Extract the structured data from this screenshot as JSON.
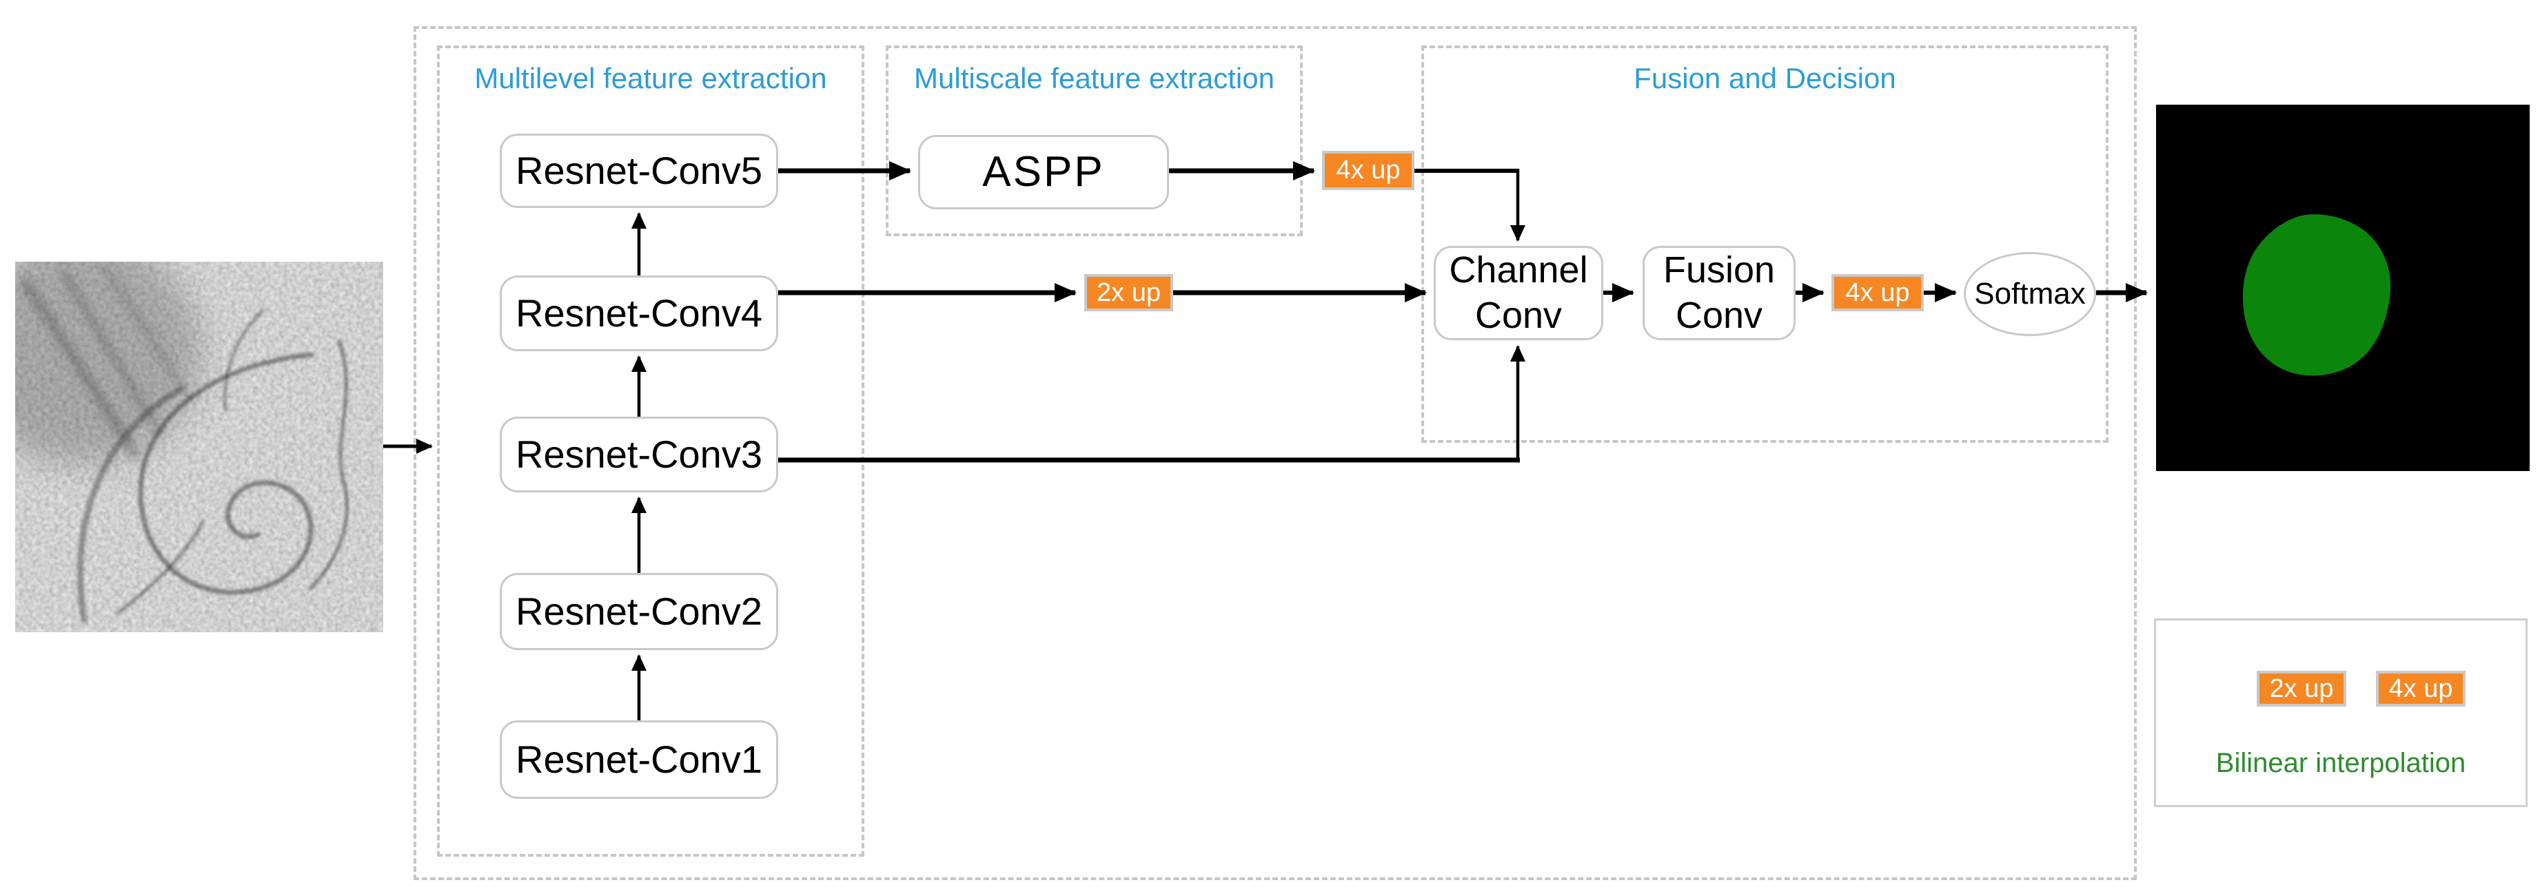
{
  "sections": {
    "multilevel": {
      "label": "Multilevel feature extraction"
    },
    "multiscale": {
      "label": "Multiscale feature extraction"
    },
    "fusion": {
      "label": "Fusion and Decision"
    }
  },
  "nodes": {
    "resnet_conv5": {
      "label": "Resnet-Conv5"
    },
    "resnet_conv4": {
      "label": "Resnet-Conv4"
    },
    "resnet_conv3": {
      "label": "Resnet-Conv3"
    },
    "resnet_conv2": {
      "label": "Resnet-Conv2"
    },
    "resnet_conv1": {
      "label": "Resnet-Conv1"
    },
    "aspp": {
      "label": "ASPP"
    },
    "channel_conv": {
      "lines": [
        "Channel",
        "Conv"
      ]
    },
    "fusion_conv": {
      "lines": [
        "Fusion",
        "Conv"
      ]
    },
    "softmax": {
      "label": "Softmax"
    }
  },
  "badges": {
    "up4_top": "4x up",
    "up2_mid": "2x up",
    "up4_mid": "4x up"
  },
  "legend": {
    "up2": "2x up",
    "up4": "4x up",
    "caption": "Bilinear interpolation"
  },
  "images": {
    "input": {
      "description": "grayscale SAR-like textured input image with swirl pattern"
    },
    "output": {
      "description": "black segmentation mask with green eddy region"
    }
  },
  "colors": {
    "section_label": "#2B9CD8",
    "badge_fill": "#F68723",
    "badge_border": "#C9C9C9",
    "node_border": "#C9C9C9",
    "dashed_border": "#C6C6C6",
    "legend_caption": "#2E8B2E",
    "mask_green": "#0B850B",
    "arrow": "#000000"
  }
}
